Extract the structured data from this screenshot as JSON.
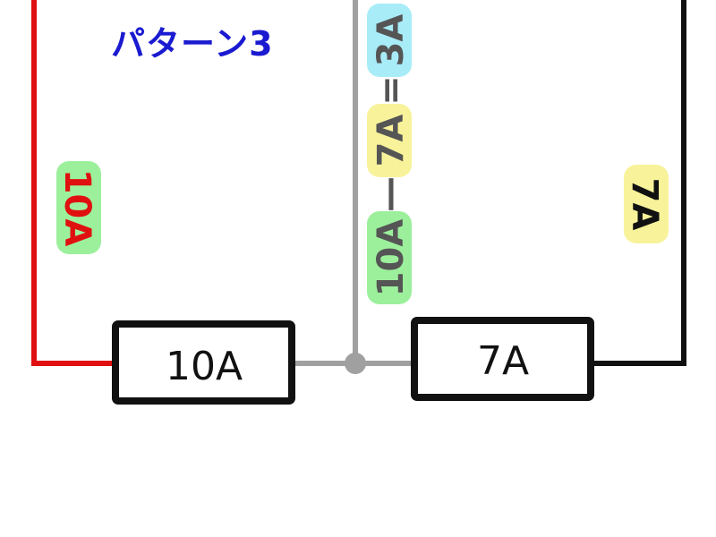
{
  "title": "パターン3",
  "left_wire_label": "10A",
  "right_wire_label": "7A",
  "center_wire": {
    "term1": "10A",
    "minus": "—",
    "term2": "7A",
    "equals": "=",
    "result": "3A"
  },
  "box_left_label": "10A",
  "box_right_label": "7A",
  "colors": {
    "red_wire": "#e01010",
    "gray_wire": "#a0a0a0",
    "black_wire": "#111111",
    "title": "#1a1ad0",
    "green_highlight": "#9cf09c",
    "yellow_highlight": "#f8f39a",
    "cyan_highlight": "#a8ecf8"
  }
}
